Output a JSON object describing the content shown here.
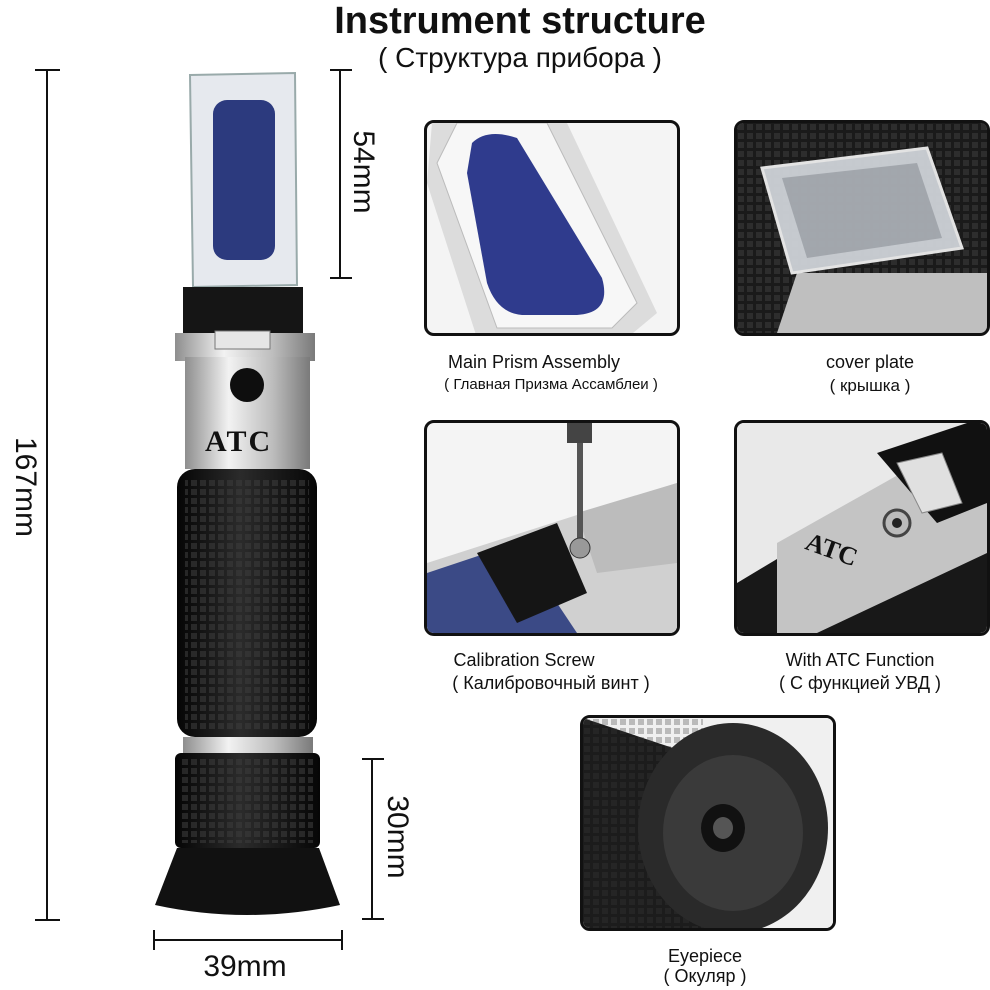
{
  "header": {
    "title": "Instrument structure",
    "subtitle": "( Структура прибора )"
  },
  "dimensions": {
    "length": "167mm",
    "prism": "54mm",
    "eyepiece": "30mm",
    "width": "39mm"
  },
  "device": {
    "label": "ATC"
  },
  "parts": [
    {
      "name": "Main Prism Assembly",
      "name_ru": "( Главная Призма Ассамблеи )"
    },
    {
      "name": "cover plate",
      "name_ru": "( крышка )"
    },
    {
      "name": "Calibration Screw",
      "name_ru": "( Калибровочный винт )"
    },
    {
      "name": "With ATC Function",
      "name_ru": "( С функцией УВД )"
    },
    {
      "name": "Eyepiece",
      "name_ru": "( Окуляр )"
    }
  ],
  "colors": {
    "prism_blue": "#2a3a8a",
    "rubber": "#141414",
    "metal": "#c8c8c8"
  }
}
